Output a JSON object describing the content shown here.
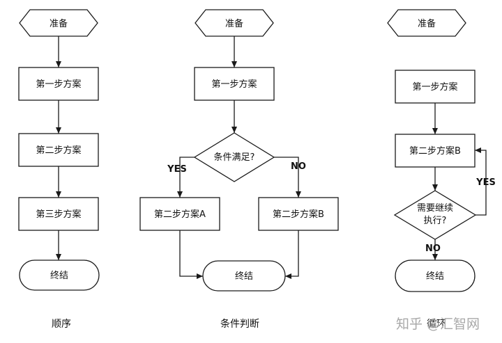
{
  "columns": [
    {
      "caption": "顺序",
      "start": "准备",
      "steps": [
        "第一步方案",
        "第二步方案",
        "第三步方案"
      ],
      "end": "终结"
    },
    {
      "caption": "条件判断",
      "start": "准备",
      "step1": "第一步方案",
      "condition": "条件满足?",
      "yes_label": "YES",
      "no_label": "NO",
      "branch_a": "第二步方案A",
      "branch_b": "第二步方案B",
      "end": "终结"
    },
    {
      "caption": "循环",
      "start": "准备",
      "step1": "第一步方案",
      "step2": "第二步方案B",
      "condition_line1": "需要继续",
      "condition_line2": "执行?",
      "yes_label": "YES",
      "no_label": "NO",
      "end": "终结"
    }
  ],
  "watermark": "知乎 @汇智网"
}
